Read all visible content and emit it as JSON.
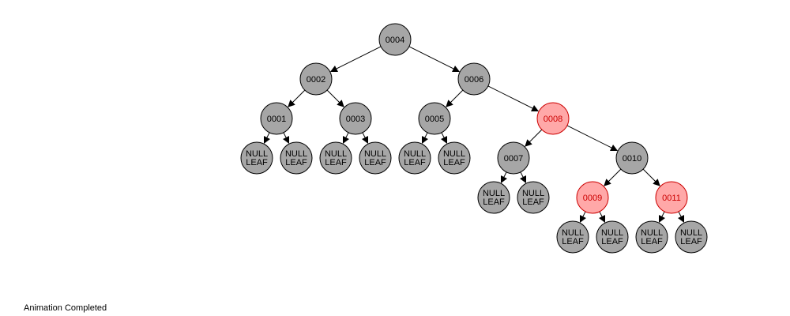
{
  "status": "Animation Completed",
  "colors": {
    "black_node_fill": "#a6a6a6",
    "black_node_stroke": "#000000",
    "black_node_text": "#000000",
    "red_node_fill": "#ffa8a8",
    "red_node_stroke": "#cc0000",
    "red_node_text": "#cc0000",
    "edge": "#000000"
  },
  "tree": {
    "nodes": [
      {
        "id": "n4",
        "label": "0004",
        "color": "black"
      },
      {
        "id": "n2",
        "label": "0002",
        "color": "black"
      },
      {
        "id": "n6",
        "label": "0006",
        "color": "black"
      },
      {
        "id": "n1",
        "label": "0001",
        "color": "black"
      },
      {
        "id": "n3",
        "label": "0003",
        "color": "black"
      },
      {
        "id": "n5",
        "label": "0005",
        "color": "black"
      },
      {
        "id": "n8",
        "label": "0008",
        "color": "red"
      },
      {
        "id": "l1",
        "label": "NULL LEAF",
        "color": "black"
      },
      {
        "id": "l2",
        "label": "NULL LEAF",
        "color": "black"
      },
      {
        "id": "l3",
        "label": "NULL LEAF",
        "color": "black"
      },
      {
        "id": "l4",
        "label": "NULL LEAF",
        "color": "black"
      },
      {
        "id": "l5",
        "label": "NULL LEAF",
        "color": "black"
      },
      {
        "id": "l6",
        "label": "NULL LEAF",
        "color": "black"
      },
      {
        "id": "n7",
        "label": "0007",
        "color": "black"
      },
      {
        "id": "n10",
        "label": "0010",
        "color": "black"
      },
      {
        "id": "l7",
        "label": "NULL LEAF",
        "color": "black"
      },
      {
        "id": "l8",
        "label": "NULL LEAF",
        "color": "black"
      },
      {
        "id": "n9",
        "label": "0009",
        "color": "red"
      },
      {
        "id": "n11",
        "label": "0011",
        "color": "red"
      },
      {
        "id": "l9",
        "label": "NULL LEAF",
        "color": "black"
      },
      {
        "id": "l10",
        "label": "NULL LEAF",
        "color": "black"
      },
      {
        "id": "l11",
        "label": "NULL LEAF",
        "color": "black"
      },
      {
        "id": "l12",
        "label": "NULL LEAF",
        "color": "black"
      }
    ],
    "edges": [
      [
        "n4",
        "n2"
      ],
      [
        "n4",
        "n6"
      ],
      [
        "n2",
        "n1"
      ],
      [
        "n2",
        "n3"
      ],
      [
        "n6",
        "n5"
      ],
      [
        "n6",
        "n8"
      ],
      [
        "n1",
        "l1"
      ],
      [
        "n1",
        "l2"
      ],
      [
        "n3",
        "l3"
      ],
      [
        "n3",
        "l4"
      ],
      [
        "n5",
        "l5"
      ],
      [
        "n5",
        "l6"
      ],
      [
        "n8",
        "n7"
      ],
      [
        "n8",
        "n10"
      ],
      [
        "n7",
        "l7"
      ],
      [
        "n7",
        "l8"
      ],
      [
        "n10",
        "n9"
      ],
      [
        "n10",
        "n11"
      ],
      [
        "n9",
        "l9"
      ],
      [
        "n9",
        "l10"
      ],
      [
        "n11",
        "l11"
      ],
      [
        "n11",
        "l12"
      ]
    ]
  }
}
